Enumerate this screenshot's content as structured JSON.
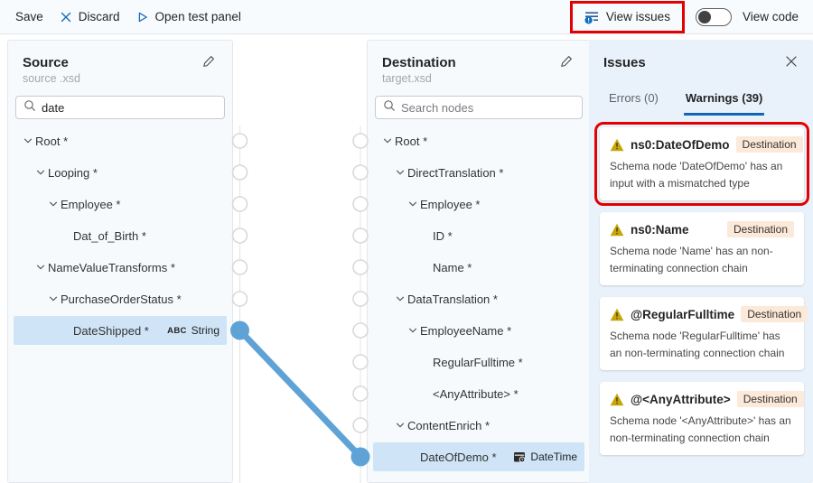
{
  "toolbar": {
    "save": "Save",
    "discard": "Discard",
    "open_test_panel": "Open test panel",
    "view_issues": "View issues",
    "view_code": "View code"
  },
  "source_panel": {
    "title": "Source",
    "subtitle": "source .xsd",
    "search_value": "date",
    "nodes": [
      {
        "id": "root",
        "label": "Root *",
        "indent": 0,
        "chevron": true
      },
      {
        "id": "looping",
        "label": "Looping *",
        "indent": 1,
        "chevron": true
      },
      {
        "id": "employee",
        "label": "Employee *",
        "indent": 2,
        "chevron": true
      },
      {
        "id": "dat-of-birth",
        "label": "Dat_of_Birth *",
        "indent": 3,
        "chevron": false
      },
      {
        "id": "namevaluetransforms",
        "label": "NameValueTransforms *",
        "indent": 1,
        "chevron": true
      },
      {
        "id": "purchaseorderstatus",
        "label": "PurchaseOrderStatus *",
        "indent": 2,
        "chevron": true
      },
      {
        "id": "dateshipped",
        "label": "DateShipped *",
        "indent": 3,
        "chevron": false,
        "selected": true,
        "badge": {
          "icon": "abc",
          "label": "String"
        },
        "connected": true
      }
    ]
  },
  "destination_panel": {
    "title": "Destination",
    "subtitle": "target.xsd",
    "search_placeholder": "Search nodes",
    "nodes": [
      {
        "id": "root",
        "label": "Root *",
        "indent": 0,
        "chevron": true
      },
      {
        "id": "directtranslation",
        "label": "DirectTranslation *",
        "indent": 1,
        "chevron": true
      },
      {
        "id": "employee",
        "label": "Employee *",
        "indent": 2,
        "chevron": true
      },
      {
        "id": "id",
        "label": "ID *",
        "indent": 3,
        "chevron": false
      },
      {
        "id": "name",
        "label": "Name *",
        "indent": 3,
        "chevron": false
      },
      {
        "id": "datatranslation",
        "label": "DataTranslation *",
        "indent": 1,
        "chevron": true
      },
      {
        "id": "employeename",
        "label": "EmployeeName *",
        "indent": 2,
        "chevron": true
      },
      {
        "id": "regularfulltime",
        "label": "RegularFulltime *",
        "indent": 3,
        "chevron": false
      },
      {
        "id": "anyattribute",
        "label": "<AnyAttribute> *",
        "indent": 3,
        "chevron": false
      },
      {
        "id": "contentenrich",
        "label": "ContentEnrich *",
        "indent": 1,
        "chevron": true
      },
      {
        "id": "dateofdemo",
        "label": "DateOfDemo *",
        "indent": 2,
        "chevron": false,
        "selected": true,
        "badge": {
          "icon": "datetime",
          "label": "DateTime"
        },
        "connected": true
      }
    ]
  },
  "issues_panel": {
    "title": "Issues",
    "tabs": [
      {
        "label": "Errors (0)",
        "active": false
      },
      {
        "label": "Warnings (39)",
        "active": true
      }
    ],
    "warnings": [
      {
        "name": "ns0:DateOfDemo",
        "badge": "Destination",
        "message": "Schema node 'DateOfDemo' has an input with a mismatched type",
        "highlighted": true
      },
      {
        "name": "ns0:Name",
        "badge": "Destination",
        "message": "Schema node 'Name' has an non-terminating connection chain",
        "highlighted": false
      },
      {
        "name": "@RegularFulltime",
        "badge": "Destination",
        "message": "Schema node 'RegularFulltime' has an non-terminating connection chain",
        "highlighted": false
      },
      {
        "name": "@<AnyAttribute>",
        "badge": "Destination",
        "message": "Schema node '<AnyAttribute>' has an non-terminating connection chain",
        "highlighted": false
      }
    ]
  },
  "colors": {
    "accent_blue": "#0f6cbd",
    "connection_blue": "#5fa3d6",
    "selection_blue": "#cfe4f7",
    "warning_gold": "#c7a50a",
    "destination_badge_bg": "#fbe9da",
    "issues_panel_bg": "#e9f2fb",
    "annotation_red": "#e30000",
    "tab_underline": "#1267b4"
  }
}
